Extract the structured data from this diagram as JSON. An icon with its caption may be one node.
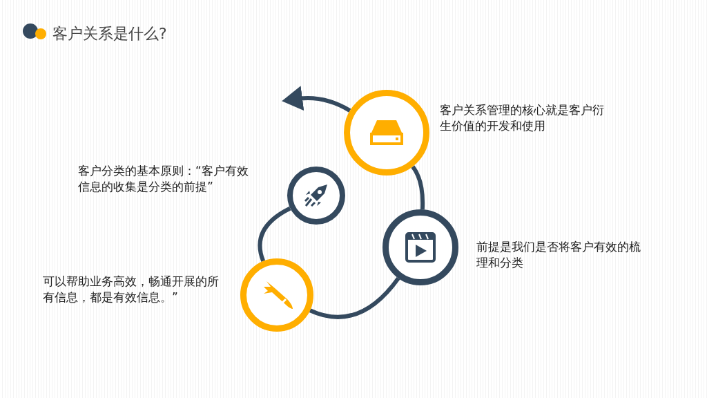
{
  "diagram": {
    "title": "客户关系是什么?",
    "nodes": [
      {
        "text": [],
        "shape": "circle",
        "beside": [
          "客户关系管理的核心就是客户衍生价值的开发和使用"
        ]
      },
      {
        "text": [],
        "shape": "circle",
        "beside": [
          "客户分类的基本原则：“客户有效信息的收集是分类的前提”"
        ]
      },
      {
        "text": [],
        "shape": "circle",
        "beside": [
          "前提是我们是否将客户有效的梳理和分类"
        ]
      },
      {
        "text": [],
        "shape": "circle",
        "beside": [
          "可以帮助业务高效，畅通开展的所有信息，都是有效信息。”"
        ]
      }
    ],
    "edges": [
      {
        "from": 1,
        "to": 3,
        "arrow": "none"
      },
      {
        "from": 3,
        "to": 2,
        "arrow": "none"
      },
      {
        "from": 2,
        "to": 0,
        "arrow": "none"
      },
      {
        "from": 0,
        "to": null,
        "arrow": "to"
      }
    ]
  }
}
